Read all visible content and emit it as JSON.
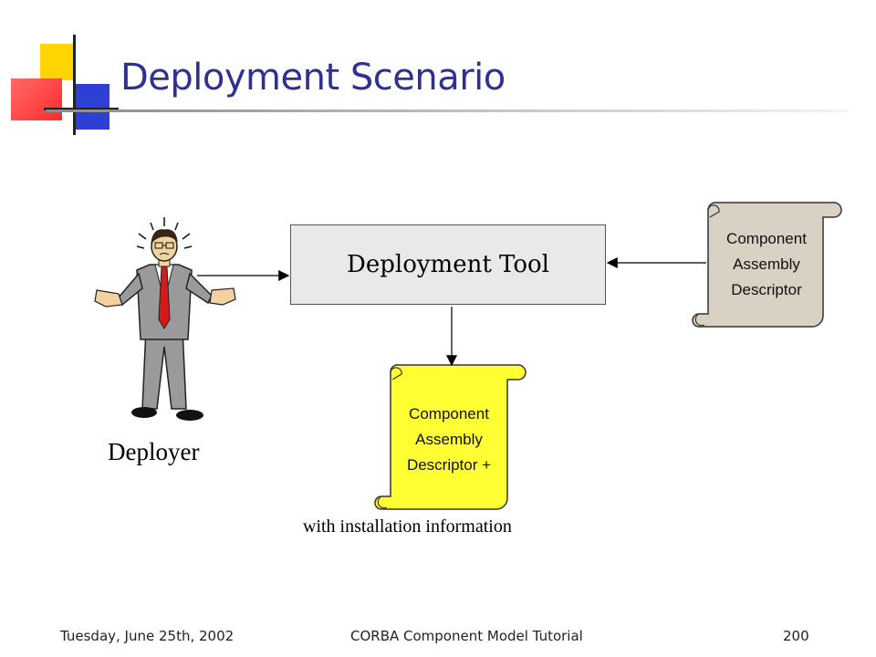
{
  "slide": {
    "title": "Deployment Scenario"
  },
  "diagram": {
    "tool_label": "Deployment Tool",
    "input_descriptor": {
      "lines": [
        "Component",
        "Assembly",
        "Descriptor"
      ]
    },
    "output_descriptor": {
      "lines": [
        "Component",
        "Assembly",
        "Descriptor +"
      ]
    },
    "deployer_label": "Deployer",
    "output_caption": "with installation information"
  },
  "footer": {
    "date": "Tuesday, June 25th, 2002",
    "title": "CORBA Component Model Tutorial",
    "page": "200"
  },
  "colors": {
    "title": "#2E3192",
    "scroll_input": "#D8D1C4",
    "scroll_output": "#FFFF33",
    "tool_box": "#E9E9E9"
  }
}
